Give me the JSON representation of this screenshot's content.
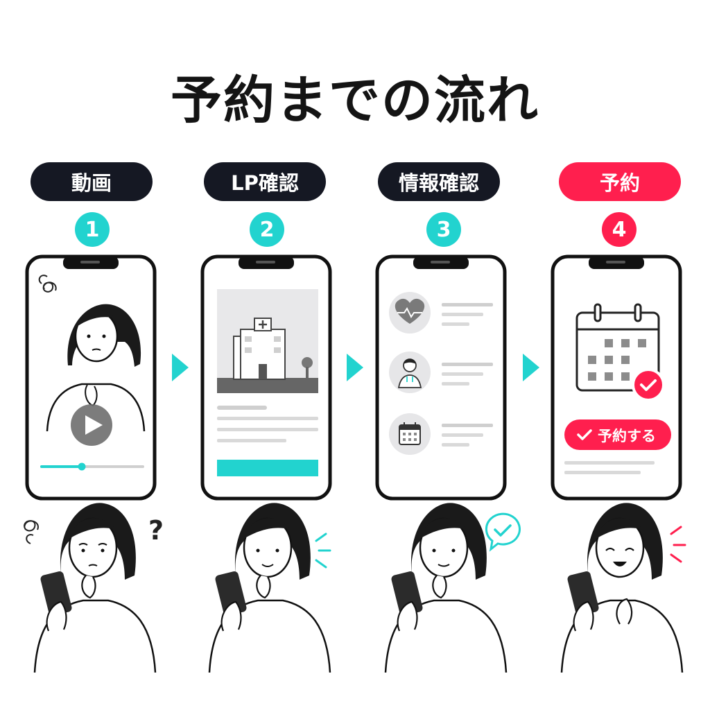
{
  "title": "予約までの流れ",
  "steps": [
    {
      "label": "動画",
      "number": "1"
    },
    {
      "label": "LP確認",
      "number": "2"
    },
    {
      "label": "情報確認",
      "number": "3"
    },
    {
      "label": "予約",
      "number": "4"
    }
  ],
  "reserve_button": "予約する",
  "colors": {
    "accent": "#22d3cf",
    "highlight": "#ff1f4e",
    "dark": "#151823"
  },
  "icons": [
    "play-icon",
    "hospital-icon",
    "heart-pulse-icon",
    "doctor-icon",
    "calendar-icon",
    "check-icon",
    "question-icon",
    "confused-swirl-icon",
    "chevron-right-icon"
  ]
}
